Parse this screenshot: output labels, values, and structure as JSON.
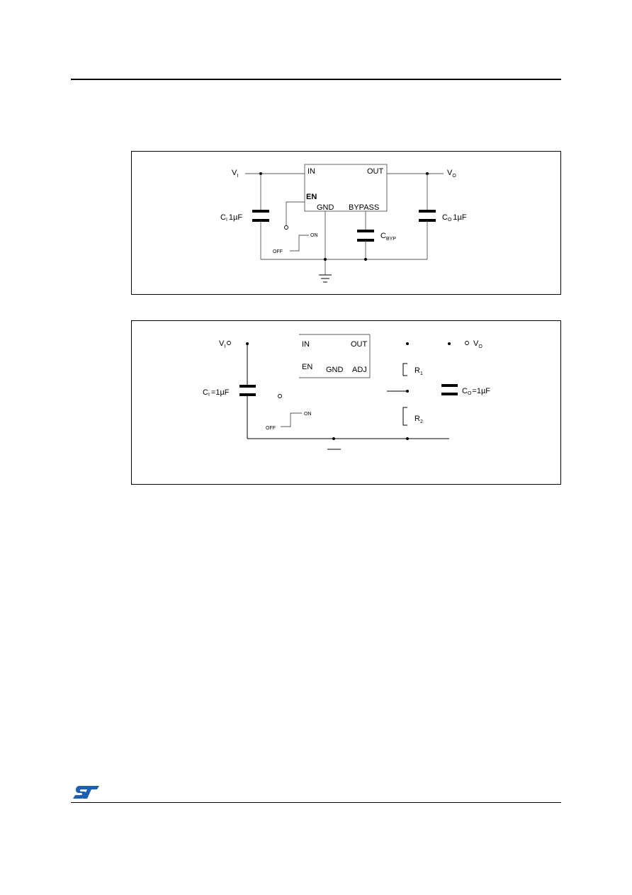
{
  "figure1": {
    "vi": "V",
    "vi_sub": "I",
    "vo": "V",
    "vo_sub": "O",
    "pin_in": "IN",
    "pin_out": "OUT",
    "pin_en": "EN",
    "pin_gnd": "GND",
    "pin_bypass": "BYPASS",
    "cin": "C",
    "cin_sub": "I",
    "cin_value": "1µF",
    "co": "C",
    "co_sub": "O",
    "co_value": "1µF",
    "cbyp": "C",
    "cbyp_sub": "BYP",
    "switch_off": "OFF",
    "switch_on": "ON"
  },
  "figure2": {
    "vi": "V",
    "vi_sub": "I",
    "vo": "V",
    "vo_sub": "O",
    "pin_in": "IN",
    "pin_out": "OUT",
    "pin_en": "EN",
    "pin_gnd": "GND",
    "pin_adj": "ADJ",
    "cin": "C",
    "cin_sub": "I",
    "cin_value": "=1µF",
    "co": "C",
    "co_sub": "O",
    "co_value": "=1µF",
    "r1": "R",
    "r1_sub": "1",
    "r2": "R",
    "r2_sub": "2",
    "switch_off": "OFF",
    "switch_on": "ON"
  }
}
